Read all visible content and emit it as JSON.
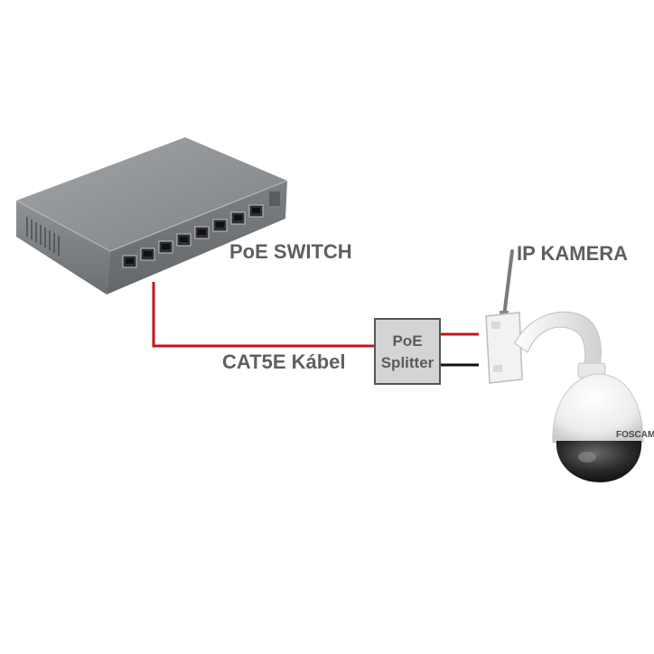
{
  "labels": {
    "switch": "PoE SWITCH",
    "camera": "IP KAMERA",
    "cable": "CAT5E Kábel",
    "splitter_line1": "PoE",
    "splitter_line2": "Splitter",
    "camera_brand": "FOSCAM"
  },
  "colors": {
    "cable_red": "#c0141c",
    "cable_black": "#111111",
    "switch_body": "#8a8d90",
    "label_text": "#5f5f5f"
  },
  "switch": {
    "port_count": 8
  }
}
